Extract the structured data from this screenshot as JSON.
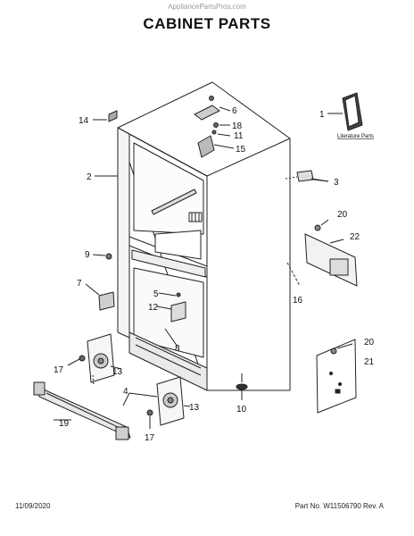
{
  "header": {
    "watermark": "AppliancePartsPros.com",
    "title": "CABINET PARTS"
  },
  "callouts": {
    "c1": "1",
    "c2": "2",
    "c3": "3",
    "c4": "4",
    "c5": "5",
    "c6": "6",
    "c7": "7",
    "c8": "8",
    "c9": "9",
    "c10": "10",
    "c11": "11",
    "c12": "12",
    "c13a": "13",
    "c13b": "13",
    "c14": "14",
    "c15": "15",
    "c16": "16",
    "c17a": "17",
    "c17b": "17",
    "c18": "18",
    "c19": "19",
    "c20a": "20",
    "c20b": "20",
    "c21": "21",
    "c22": "22"
  },
  "literature_label": "Literature Parts",
  "footer": {
    "date": "11/09/2020",
    "part_info": "Part No. W11506790  Rev. A"
  }
}
